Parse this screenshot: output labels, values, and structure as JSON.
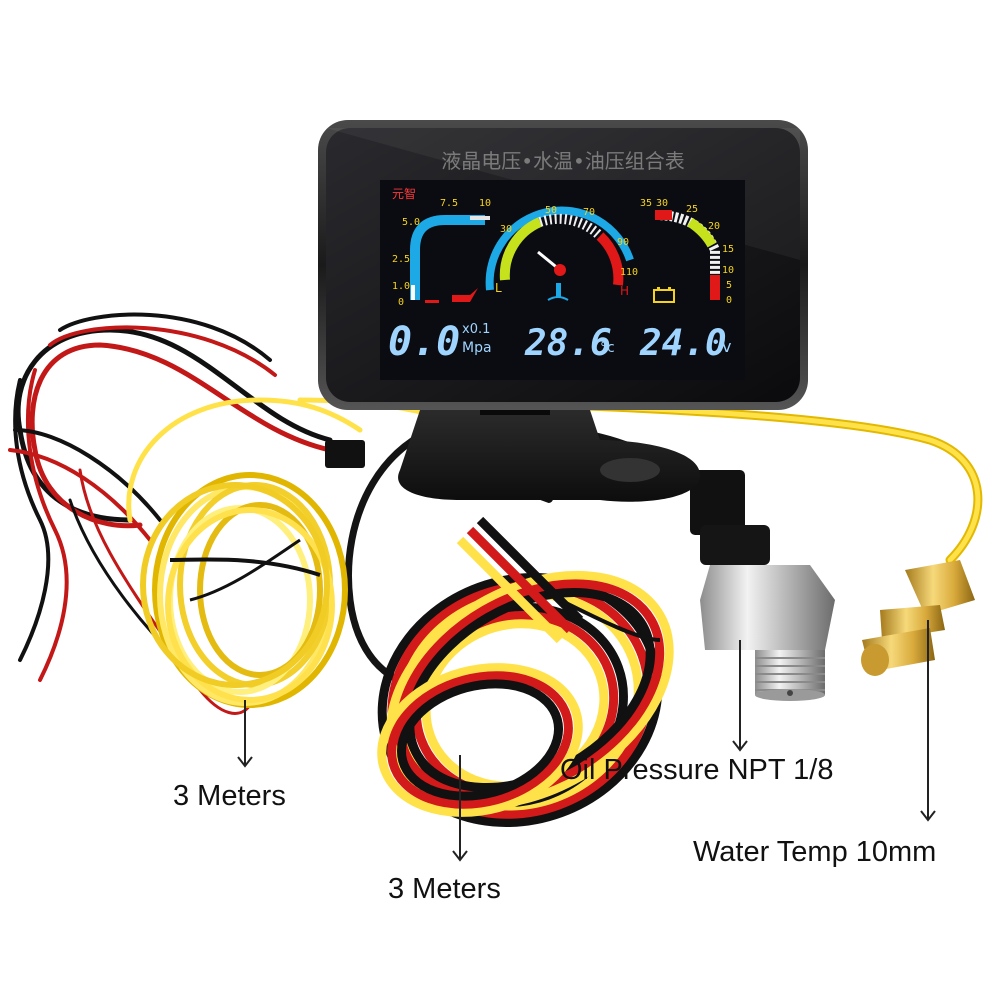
{
  "gauge": {
    "title": "液晶电压•水温•油压组合表",
    "brand": "元智",
    "oil": {
      "ticks": [
        "10",
        "7.5",
        "5.0",
        "2.5",
        "1.0",
        "0"
      ],
      "value": "0.0",
      "unit_scale": "x0.1",
      "unit": "Mpa"
    },
    "temp": {
      "ticks": [
        "30",
        "50",
        "70",
        "90",
        "110"
      ],
      "low": "L",
      "high": "H",
      "value": "28.6",
      "unit": "°c"
    },
    "volt": {
      "ticks": [
        "35",
        "30",
        "25",
        "20",
        "15",
        "10",
        "5",
        "0"
      ],
      "value": "24.0",
      "unit": "v"
    }
  },
  "labels": {
    "cable_left": "3 Meters",
    "cable_center": "3 Meters",
    "oil_sensor": "Oil Pressure NPT 1/8",
    "water_sensor": "Water Temp 10mm"
  }
}
